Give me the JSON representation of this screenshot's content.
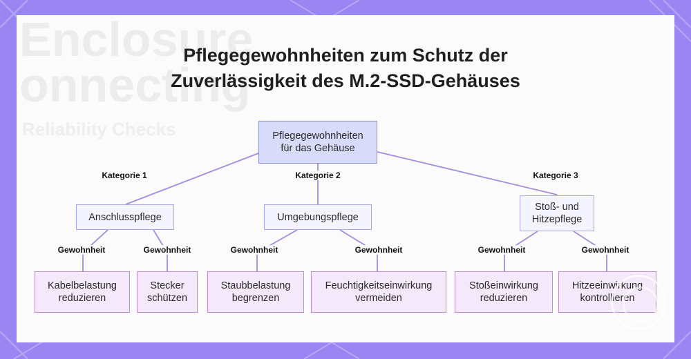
{
  "title": {
    "line1": "Pflegegewohnheiten zum Schutz der",
    "line2": "Zuverlässigkeit des M.2-SSD-Gehäuses"
  },
  "background_text": {
    "line1": "Enclosure",
    "line2": "onnecting",
    "line3": "Reliability Checks"
  },
  "root": {
    "label": "Pflegegewohnheiten für das Gehäuse"
  },
  "categories": [
    {
      "edge_label": "Kategorie 1",
      "label": "Anschlusspflege"
    },
    {
      "edge_label": "Kategorie 2",
      "label": "Umgebungspflege"
    },
    {
      "edge_label": "Kategorie 3",
      "label": "Stoß- und Hitzepflege"
    }
  ],
  "habits": [
    {
      "edge_label": "Gewohnheit",
      "label": "Kabelbelastung reduzieren"
    },
    {
      "edge_label": "Gewohnheit",
      "label": "Stecker schützen"
    },
    {
      "edge_label": "Gewohnheit",
      "label": "Staubbelastung begrenzen"
    },
    {
      "edge_label": "Gewohnheit",
      "label": "Feuchtigkeitseinwirkung vermeiden"
    },
    {
      "edge_label": "Gewohnheit",
      "label": "Stoßeinwirkung reduzieren"
    },
    {
      "edge_label": "Gewohnheit",
      "label": "Hitzeeinwirkung kontrollieren"
    }
  ],
  "colors": {
    "frame": "#9a86f2",
    "edge": "#a58be0",
    "root_fill": "#d9dbfb",
    "category_fill": "#f3f4fe",
    "habit_fill": "#f4e9fa"
  }
}
